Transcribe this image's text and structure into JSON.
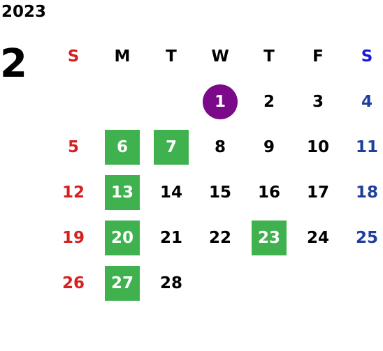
{
  "calendar": {
    "year": "2023",
    "month": "2",
    "weekdays": [
      "S",
      "M",
      "T",
      "W",
      "T",
      "F",
      "S"
    ],
    "colors": {
      "sunday": "#d42020",
      "saturday": "#1e3f9c",
      "highlight_green": "#3fb24f",
      "highlight_purple": "#7a0a8a"
    },
    "weeks": [
      [
        null,
        null,
        null,
        {
          "d": "1",
          "mark": "purple"
        },
        {
          "d": "2"
        },
        {
          "d": "3"
        },
        {
          "d": "4"
        }
      ],
      [
        {
          "d": "5"
        },
        {
          "d": "6",
          "mark": "green"
        },
        {
          "d": "7",
          "mark": "green"
        },
        {
          "d": "8"
        },
        {
          "d": "9"
        },
        {
          "d": "10"
        },
        {
          "d": "11"
        }
      ],
      [
        {
          "d": "12"
        },
        {
          "d": "13",
          "mark": "green"
        },
        {
          "d": "14"
        },
        {
          "d": "15"
        },
        {
          "d": "16"
        },
        {
          "d": "17"
        },
        {
          "d": "18"
        }
      ],
      [
        {
          "d": "19"
        },
        {
          "d": "20",
          "mark": "green"
        },
        {
          "d": "21"
        },
        {
          "d": "22"
        },
        {
          "d": "23",
          "mark": "green"
        },
        {
          "d": "24"
        },
        {
          "d": "25"
        }
      ],
      [
        {
          "d": "26"
        },
        {
          "d": "27",
          "mark": "green"
        },
        {
          "d": "28"
        },
        null,
        null,
        null,
        null
      ]
    ]
  }
}
